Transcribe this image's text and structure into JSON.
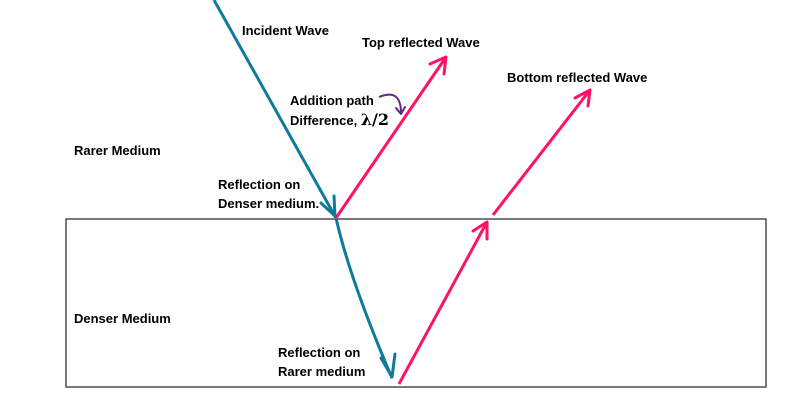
{
  "labels": {
    "incident_wave": "Incident Wave",
    "top_reflected_wave": "Top reflected Wave",
    "bottom_reflected_wave": "Bottom reflected Wave",
    "addition_path_line1": "Addition path",
    "addition_path_line2": "Difference, ",
    "lambda_half": "λ/2",
    "rarer_medium": "Rarer Medium",
    "reflection_on_denser_line1": "Reflection on",
    "reflection_on_denser_line2": "Denser medium.",
    "denser_medium": "Denser Medium",
    "reflection_on_rarer_line1": "Reflection on",
    "reflection_on_rarer_line2": "Rarer medium"
  },
  "colors": {
    "incident_ray": "#0f7a9c",
    "reflected_ray": "#ff1166",
    "curved_arrow": "#5b2a86",
    "medium_border": "#333333",
    "text": "#000000"
  }
}
